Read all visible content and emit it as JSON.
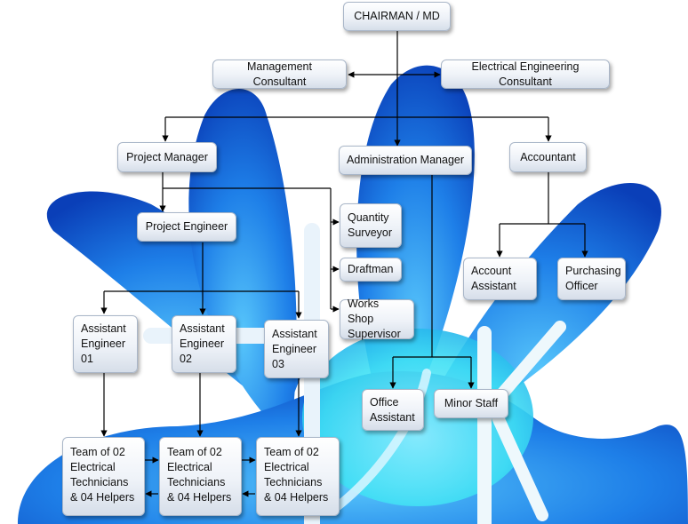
{
  "colors": {
    "petal_light": "#57c6fb",
    "petal_dark": "#0a3fb8",
    "petal_cyan": "#3fe0f4",
    "connector": "#000000",
    "box_border": "#a9b6c8"
  },
  "nodes": {
    "chairman": "CHAIRMAN  /  MD",
    "mgmt_consultant": "Management Consultant",
    "elec_consultant": "Electrical Engineering Consultant",
    "project_manager": "Project Manager",
    "admin_manager": "Administration Manager",
    "accountant": "Accountant",
    "project_engineer": "Project Engineer",
    "quantity_surveyor": "Quantity\nSurveyor",
    "draftman": "Draftman",
    "works_shop": "Works Shop\nSupervisor",
    "account_assistant": "Account\nAssistant",
    "purchasing_officer": "Purchasing\nOfficer",
    "asst_eng_01": "Assistant\nEngineer\n01",
    "asst_eng_02": "Assistant\nEngineer\n02",
    "asst_eng_03": "Assistant\nEngineer\n03",
    "office_assistant": "Office\nAssistant",
    "minor_staff": "Minor Staff",
    "team_1": "Team of 02\nElectrical\nTechnicians\n& 04 Helpers",
    "team_2": "Team of 02\nElectrical\nTechnicians\n& 04 Helpers",
    "team_3": "Team of 02\nElectrical\nTechnicians\n& 04 Helpers"
  }
}
